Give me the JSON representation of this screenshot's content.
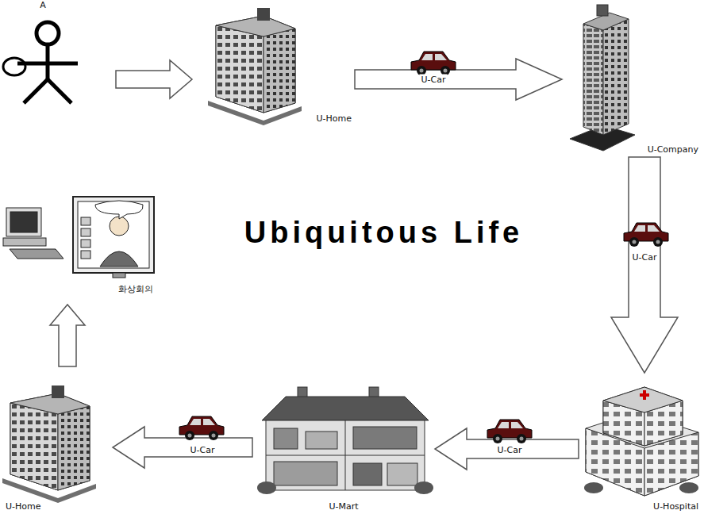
{
  "diagram": {
    "title": "Ubiquitous Life",
    "nodes": [
      {
        "text": [
          "A"
        ]
      },
      {
        "text": [
          "U-Home"
        ]
      },
      {
        "text": [
          "U-Company"
        ]
      },
      {
        "text": [
          "U-Hospital"
        ]
      },
      {
        "text": [
          "U-Mart"
        ]
      },
      {
        "text": [
          "U-Home"
        ]
      },
      {
        "text": [
          "화상회의"
        ]
      }
    ],
    "edges": [
      {
        "from": 0,
        "to": 1,
        "arrow": "to"
      },
      {
        "from": 1,
        "to": 2,
        "label": "U-Car",
        "arrow": "to"
      },
      {
        "from": 2,
        "to": 3,
        "label": "U-Car",
        "arrow": "to"
      },
      {
        "from": 3,
        "to": 4,
        "label": "U-Car",
        "arrow": "to"
      },
      {
        "from": 4,
        "to": 5,
        "label": "U-Car",
        "arrow": "to"
      },
      {
        "from": 5,
        "to": 6,
        "arrow": "to"
      }
    ]
  }
}
